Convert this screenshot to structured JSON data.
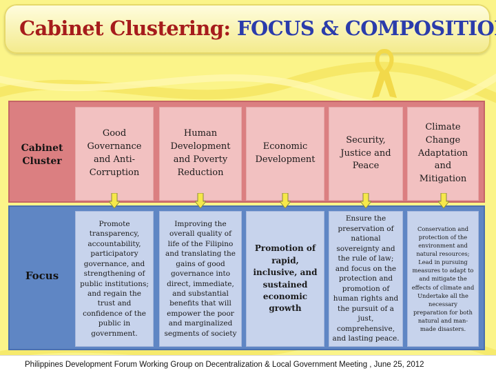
{
  "title": {
    "part1": "Cabinet Clustering: ",
    "part2": "FOCUS & COMPOSITION"
  },
  "row_labels": {
    "cabinet": "Cabinet Cluster",
    "focus": "Focus"
  },
  "clusters": [
    "Good Governance and Anti-Corruption",
    "Human Development and Poverty Reduction",
    "Economic Development",
    "Security, Justice and Peace",
    "Climate Change Adaptation and Mitigation"
  ],
  "focus": [
    "Promote transparency, accountability, participatory governance, and strengthening of public institutions; and regain the trust and confidence of the public in government.",
    "Improving the overall quality of life of the Filipino and translating the gains of good governance into direct, immediate, and substantial benefits that will empower the poor and marginalized segments of society",
    "Promotion of rapid, inclusive, and sustained economic growth",
    "Ensure the preservation of national sovereignty and the rule of law; and focus on the protection and promotion of human rights and the pursuit of a just, comprehensive, and lasting peace.",
    "Conservation and protection of the environment and natural resources; Lead in pursuing measures to adapt to and mitigate the effects of climate and Undertake all the necessary preparation for both natural and man-made disasters."
  ],
  "footer": "Philippines Development Forum Working Group on Decentralization & Local Government Meeting , June 25, 2012",
  "colors": {
    "background": "#fbf489",
    "title_red": "#a61c1c",
    "title_blue": "#2b3cab",
    "cluster_panel": "#db7f81",
    "cluster_box": "#f2c1c1",
    "focus_panel": "#5f86c4",
    "focus_box": "#c7d3ec",
    "arrow": "#f6e84a"
  },
  "icons": [
    "yellow-ribbon-icon",
    "down-arrow-icon"
  ]
}
